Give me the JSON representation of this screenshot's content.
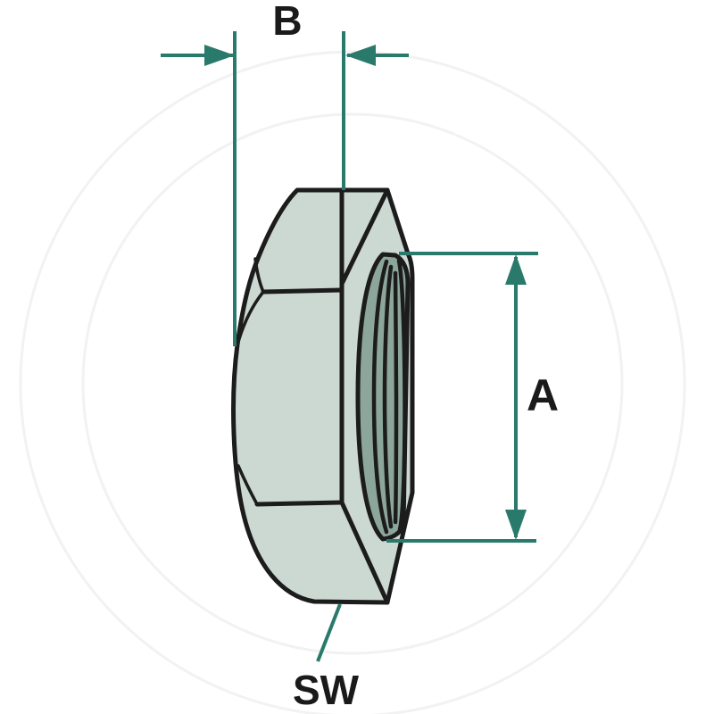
{
  "drawing": {
    "type": "technical-diagram",
    "subject": "hex nut side view with thread bore",
    "labels": {
      "thickness": "B",
      "thread_diameter": "A",
      "wrench_size": "SW"
    },
    "colors": {
      "dimension": "#2a7a6b",
      "body": "#ccd8d2",
      "bore": "#8ca69c",
      "outline": "#1c1c1c",
      "label": "#1a1a1a"
    }
  }
}
